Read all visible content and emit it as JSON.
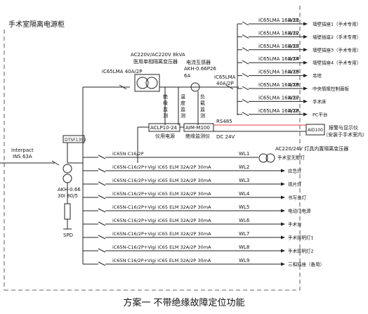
{
  "title": "手术室隔离电源柜",
  "caption": "方案一 不带绝缘故障定位功能",
  "colors": {
    "line": "#222222",
    "red": "#e04040"
  },
  "upper": {
    "main_breaker": "iC65LMA 40A/2P",
    "transformer": [
      "AC220V/AC220V 8kVA",
      "医用单相隔离变压器"
    ],
    "ct": [
      "电流互感器",
      "AKH-0.66P26"
    ],
    "ct_rating": "6A",
    "branch_breaker": [
      "iC65LMA",
      "40A/2P"
    ],
    "monitors": [
      {
        "chars": [
          "绝",
          "缘",
          "监",
          "测"
        ]
      },
      {
        "chars": [
          "温",
          "度",
          "监",
          "测"
        ]
      },
      {
        "chars": [
          "负",
          "载",
          "监",
          "测"
        ]
      }
    ],
    "power_module": {
      "label": "ACLP10-24",
      "sublabel": "仪用电源"
    },
    "monitor_device": {
      "label": "AIM-M100",
      "sublabel": "绝缘监测仪"
    },
    "rs485": "RS485",
    "dc24": "DC 24V",
    "alarm": {
      "label": "AID100",
      "note1": "报警与显示仪",
      "note2": "（安装于手术室内）"
    },
    "outlets": [
      {
        "breaker": "iC65LMA 16A/2P",
        "code": "WX1",
        "load": "墙壁插座1（手术专用）"
      },
      {
        "breaker": "iC65LMA 16A/2P",
        "code": "WX2",
        "load": "墙壁插座2（手术专用）"
      },
      {
        "breaker": "iC65LMA 16A/2P",
        "code": "WX3",
        "load": "墙壁插座3（手术专用）"
      },
      {
        "breaker": "iC65LMA 16A/2P",
        "code": "WX4",
        "load": "墙壁插座4（手术专用）"
      },
      {
        "breaker": "iC65LMA 16A/2P",
        "code": "WX5",
        "load": "吊塔"
      },
      {
        "breaker": "iC65LMA 16A/2P",
        "code": "WX6",
        "load": "中央情报控制面板"
      },
      {
        "breaker": "iC65LMA 16A/2P",
        "code": "WX7",
        "load": "手术床"
      },
      {
        "breaker": "iC65LMA 16A/2P",
        "code": "WX8",
        "load": "PC平台"
      }
    ]
  },
  "lower": {
    "meter": "DTSF1352",
    "interpact": [
      "Interpact",
      "INS 63A"
    ],
    "ct2": [
      "AKH-0.66",
      "30I 80/5"
    ],
    "spd": "SPD",
    "transformer_note": "AC220/24V 灯具内置隔离变压器",
    "circuits": [
      {
        "breaker": "iC65N C16/2P",
        "code": "WL1",
        "load": "手术室无影灯"
      },
      {
        "breaker": "iC65N-C16/2P+Vigi iC65 ELM 32A/2P 30mA",
        "code": "WL2",
        "load": "应急灯"
      },
      {
        "breaker": "iC65N-C16/2P+Vigi iC65 ELM 32A/2P 30mA",
        "code": "WL3",
        "load": "观片灯"
      },
      {
        "breaker": "iC65N-C16/2P+Vigi iC65 ELM 32A/2P 30mA",
        "code": "WL4",
        "load": "书写台灯"
      },
      {
        "breaker": "iC65N-C16/2P+Vigi iC65 ELM 32A/2P 30mA",
        "code": "WL5",
        "load": "电动门电源"
      },
      {
        "breaker": "iC65N-C16/2P+Vigi iC65 ELM 32A/2P 30mA",
        "code": "WL6",
        "load": "手术台"
      },
      {
        "breaker": "iC65N-C16/2P+Vigi iC65 ELM 32A/2P 30mA",
        "code": "WL7",
        "load": "手术照明灯1"
      },
      {
        "breaker": "iC65N-C16/2P+Vigi iC65 ELM 32A/2P 30mA",
        "code": "WL8",
        "load": "手术照明灯2"
      },
      {
        "breaker": "iC65N C16/2P+Vigi iC65 ELM 32A/2P 30mA",
        "code": "WL9",
        "load": "三相插座（备用）"
      }
    ]
  }
}
